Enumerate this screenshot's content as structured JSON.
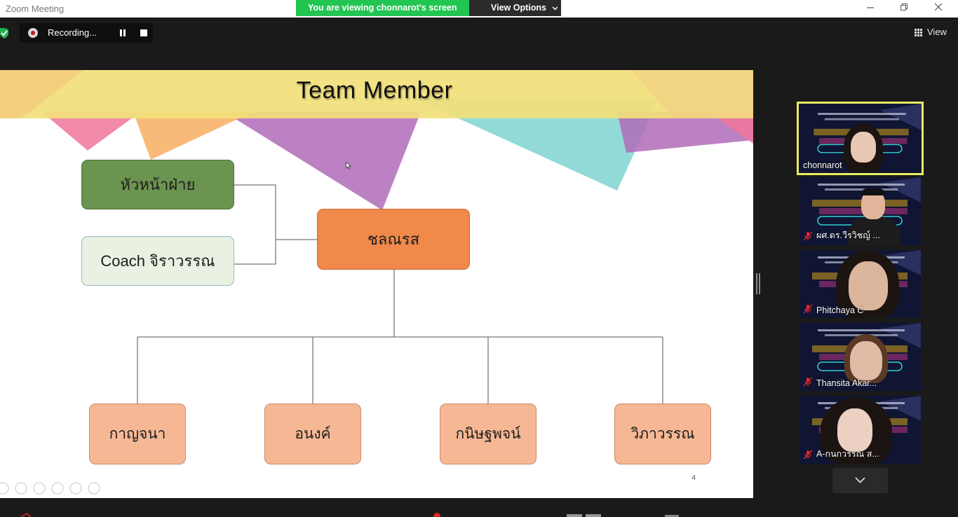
{
  "window": {
    "title": "Zoom Meeting",
    "viewing_banner": "You are viewing chonnarot's screen",
    "view_options": "View Options"
  },
  "recording": {
    "status": "Recording..."
  },
  "view_button": {
    "label": "View"
  },
  "slide": {
    "title": "Team Member",
    "page_number": "4",
    "org": {
      "head": "หัวหน้าฝ่าย",
      "coach": "Coach จิราวรรณ",
      "leader": "ชลณรส",
      "members": [
        "กาญจนา",
        "อนงค์",
        "กนิษฐพจน์",
        "วิภาวรรณ"
      ]
    }
  },
  "participants": [
    {
      "name": "chonnarot",
      "active": true,
      "muted": false
    },
    {
      "name": "ผศ.ดร.วีรวิชญ์ ...",
      "active": false,
      "muted": true
    },
    {
      "name": "Phitchaya C",
      "active": false,
      "muted": true
    },
    {
      "name": "Thansita Akar...",
      "active": false,
      "muted": true
    },
    {
      "name": "A-กนกวรรณ ส...",
      "active": false,
      "muted": true
    }
  ],
  "colors": {
    "banner_green": "#23c552",
    "active_speaker": "#e9ee61",
    "head_box": "#6b9450",
    "leader_box": "#f0894a",
    "member_box": "#f6b894"
  }
}
